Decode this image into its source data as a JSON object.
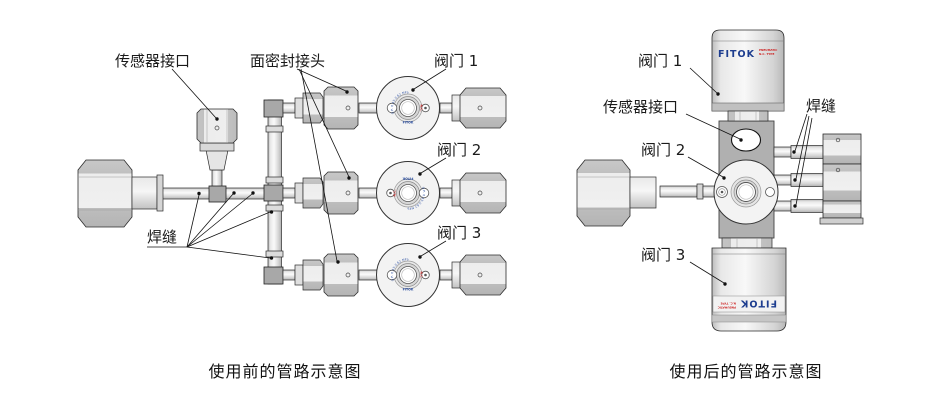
{
  "diagram": {
    "left": {
      "caption": "使用前的管路示意图",
      "labels": {
        "sensor_port": "传感器接口",
        "face_seal_fitting": "面密封接头",
        "valve1": "阀门 1",
        "valve2": "阀门 2",
        "valve3": "阀门 3",
        "weld": "焊缝"
      },
      "valve_face": {
        "pressure_marking": "O.P. 0.43-0.62 MPa",
        "mode_marking": "N.C.",
        "brand": "FITOK"
      }
    },
    "right": {
      "caption": "使用后的管路示意图",
      "labels": {
        "valve1": "阀门 1",
        "sensor_port": "传感器接口",
        "valve2": "阀门 2",
        "weld": "焊缝",
        "valve3": "阀门 3"
      },
      "actuator_marking": {
        "brand": "FITOK",
        "line1": "PNEUMATIC",
        "line2": "N.C. TYPE"
      }
    },
    "colors": {
      "brand_blue": "#1d3d8f",
      "marking_red": "#cc2222",
      "line_color": "#1a1a1a",
      "background": "#ffffff"
    }
  }
}
